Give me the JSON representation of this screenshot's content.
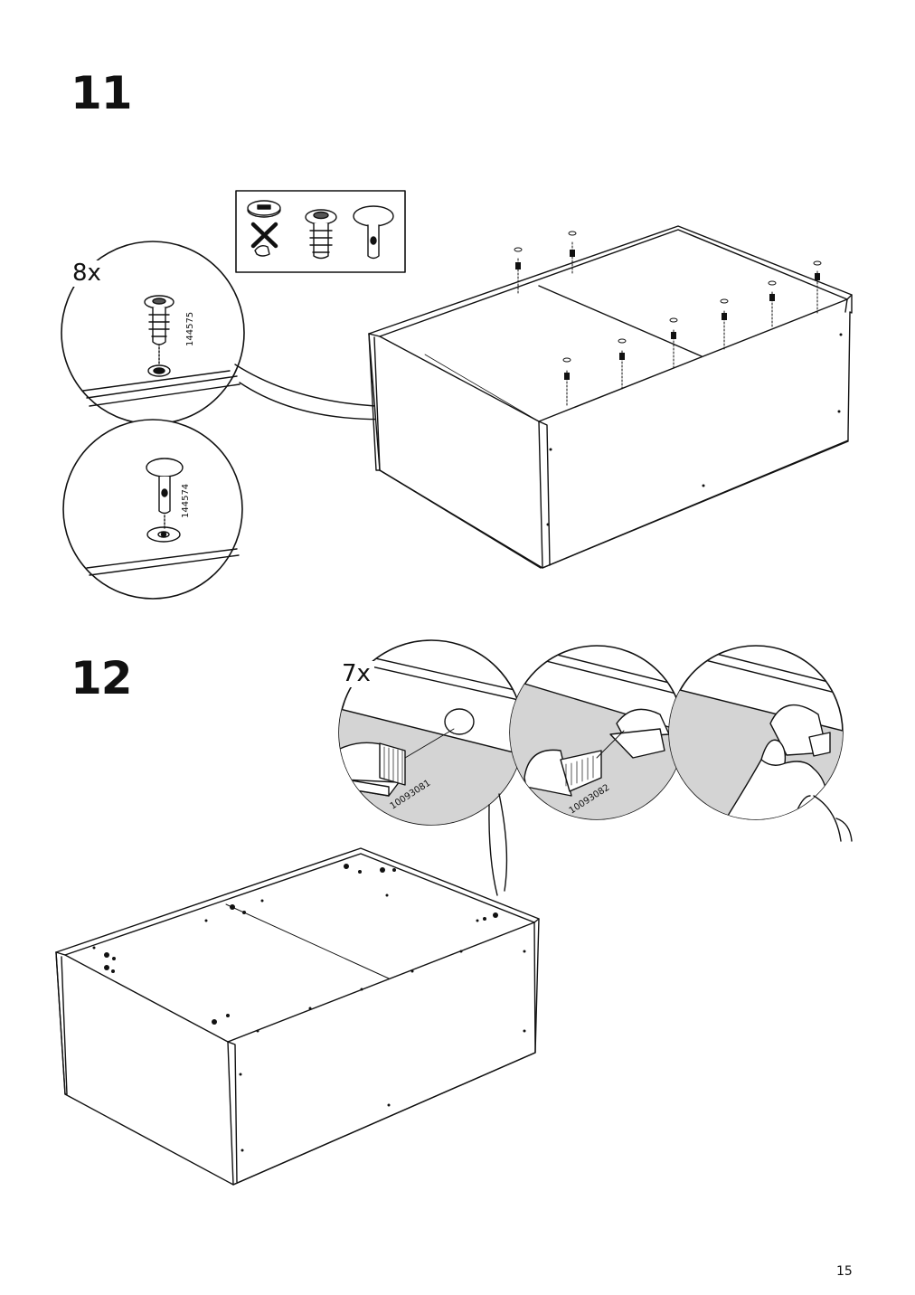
{
  "steps": [
    {
      "number": "11",
      "quantity": "8x",
      "part_codes": [
        "144575",
        "144574"
      ]
    },
    {
      "number": "12",
      "quantity": "7x",
      "part_codes": [
        "10093081",
        "10093082"
      ]
    }
  ],
  "page_number": "15",
  "icons": {
    "step11": [
      "cam-lock-crossed-icon",
      "dowel-plug-icon",
      "cam-pin-icon"
    ],
    "step12": [
      "cabinet-frame-icon",
      "hinge-clip-icon",
      "hand-icon"
    ]
  }
}
